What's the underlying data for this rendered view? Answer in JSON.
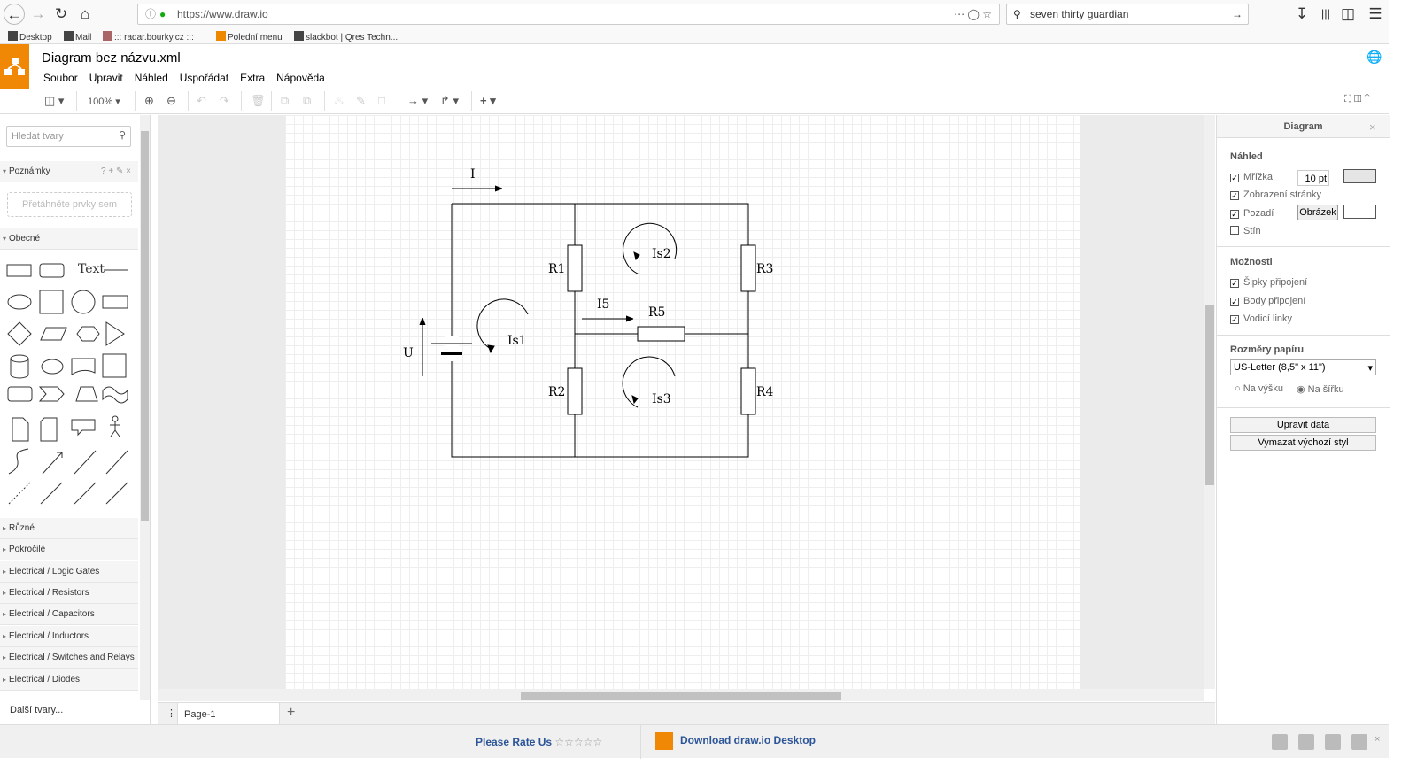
{
  "browser": {
    "url": "https://www.draw.io",
    "search": "seven thirty guardian",
    "bookmarks": [
      "Desktop",
      "Mail",
      "::: radar.bourky.cz :::",
      "Polední menu",
      "slackbot | Qres Techn..."
    ]
  },
  "app": {
    "title": "Diagram bez názvu.xml",
    "menu": [
      "Soubor",
      "Upravit",
      "Náhled",
      "Uspořádat",
      "Extra",
      "Nápověda"
    ],
    "zoom": "100%"
  },
  "left": {
    "search_placeholder": "Hledat tvary",
    "scratch": "Poznámky",
    "drop_hint": "Přetáhněte prvky sem",
    "general": "Obecné",
    "text_shape": "Text",
    "sections": [
      "Různé",
      "Pokročilé",
      "Electrical / Logic Gates",
      "Electrical / Resistors",
      "Electrical / Capacitors",
      "Electrical / Inductors",
      "Electrical / Switches and Relays",
      "Electrical / Diodes"
    ],
    "more": "Další tvary..."
  },
  "diagram": {
    "labels": {
      "I": "I",
      "U": "U",
      "R1": "R1",
      "R2": "R2",
      "R3": "R3",
      "R4": "R4",
      "R5": "R5",
      "I5": "I5",
      "Is1": "Is1",
      "Is2": "Is2",
      "Is3": "Is3"
    }
  },
  "page_tab": "Page-1",
  "right": {
    "title": "Diagram",
    "view": "Náhled",
    "grid": "Mřížka",
    "grid_size": "10 pt",
    "page_view": "Zobrazení stránky",
    "background": "Pozadí",
    "image_btn": "Obrázek",
    "shadow": "Stín",
    "options": "Možnosti",
    "conn_arrows": "Šipky připojení",
    "conn_points": "Body připojení",
    "guides": "Vodicí linky",
    "paper": "Rozměry papíru",
    "paper_size": "US-Letter (8,5\" x 11\")",
    "portrait": "Na výšku",
    "landscape": "Na šířku",
    "edit_data": "Upravit data",
    "clear_style": "Vymazat výchozí styl"
  },
  "footer": {
    "rate": "Please Rate Us",
    "stars": "☆☆☆☆☆",
    "download": "Download draw.io Desktop"
  }
}
